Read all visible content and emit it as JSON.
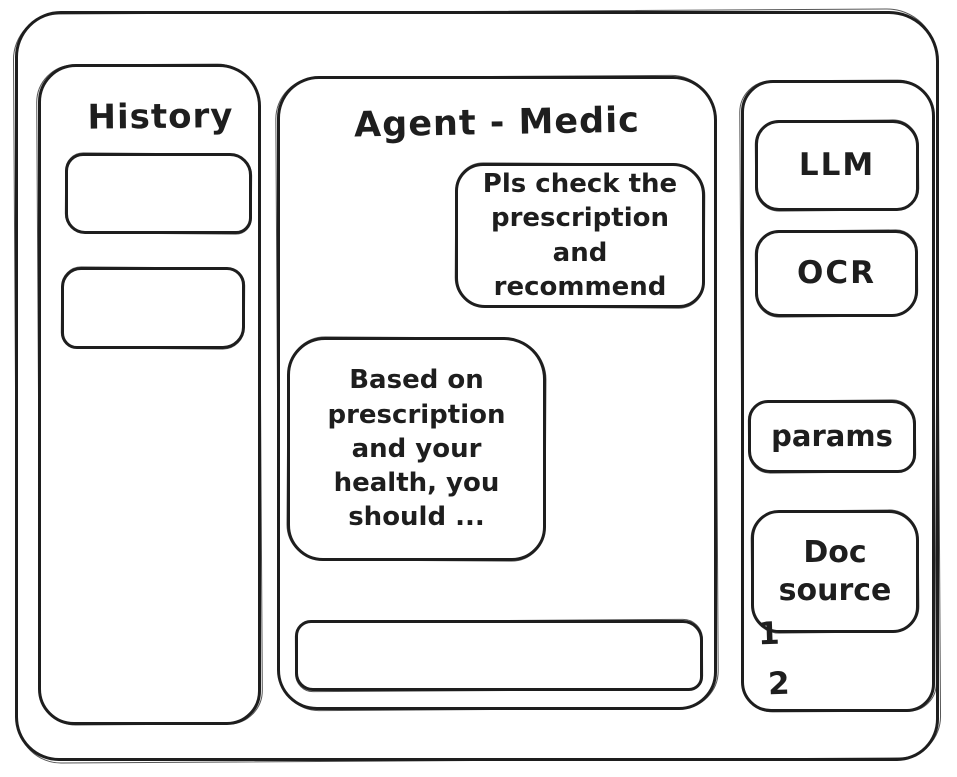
{
  "window": {
    "background": "#ffffff",
    "ink": "#1e1e1e"
  },
  "history_panel": {
    "title": "History",
    "items": [
      {
        "label": ""
      },
      {
        "label": ""
      }
    ]
  },
  "chat_panel": {
    "title": "Agent - Medic",
    "messages": [
      {
        "role": "user",
        "text": "Pls check the prescription and recommend"
      },
      {
        "role": "assistant",
        "text": "Based on prescription and your health, you should ..."
      }
    ],
    "input": {
      "value": "",
      "placeholder": ""
    }
  },
  "tools_panel": {
    "buttons": [
      {
        "label": "LLM"
      },
      {
        "label": "OCR"
      },
      {
        "label": "params"
      },
      {
        "label": "Doc source"
      }
    ],
    "doc_items": [
      "1",
      "2"
    ]
  }
}
